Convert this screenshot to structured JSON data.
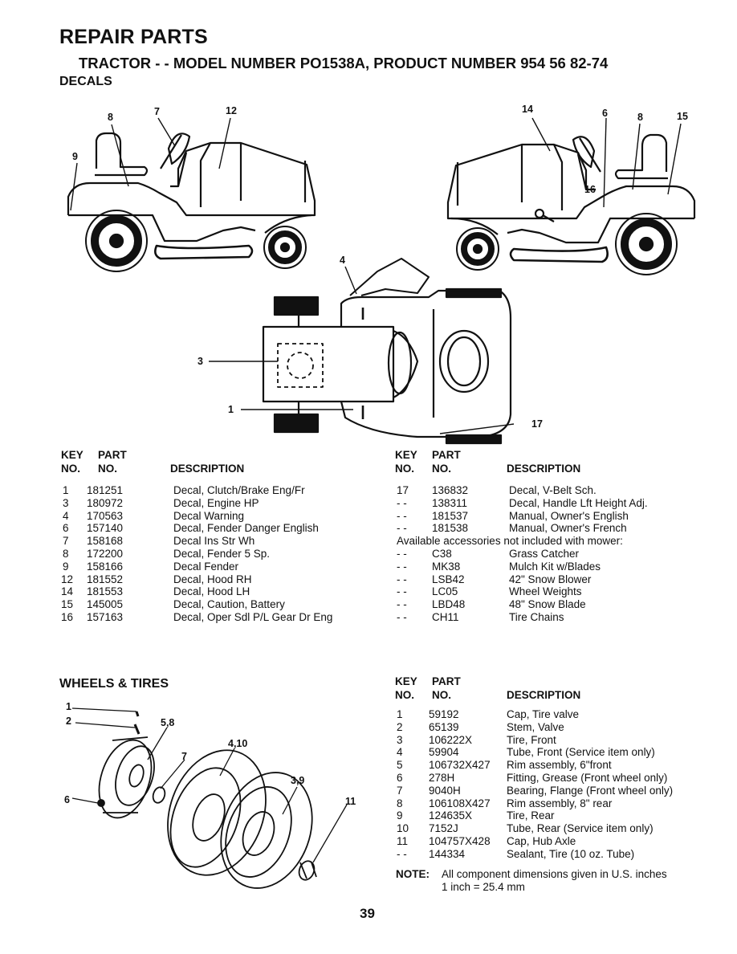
{
  "header": {
    "title": "REPAIR PARTS",
    "subtitle": "TRACTOR - - MODEL NUMBER PO1538A, PRODUCT NUMBER 954 56 82-74",
    "section_decals": "DECALS",
    "section_wheels": "WHEELS & TIRES"
  },
  "columns": {
    "key": "KEY",
    "key2": "NO.",
    "part": "PART",
    "part2": "NO.",
    "desc": "DESCRIPTION"
  },
  "decals_left": [
    {
      "key": "1",
      "part": "181251",
      "desc": "Decal, Clutch/Brake Eng/Fr"
    },
    {
      "key": "3",
      "part": "180972",
      "desc": "Decal, Engine HP"
    },
    {
      "key": "4",
      "part": "170563",
      "desc": "Decal Warning"
    },
    {
      "key": "6",
      "part": "157140",
      "desc": "Decal, Fender Danger English"
    },
    {
      "key": "7",
      "part": "158168",
      "desc": "Decal Ins Str Wh"
    },
    {
      "key": "8",
      "part": "172200",
      "desc": "Decal, Fender 5 Sp."
    },
    {
      "key": "9",
      "part": "158166",
      "desc": "Decal Fender"
    },
    {
      "key": "12",
      "part": "181552",
      "desc": "Decal, Hood RH"
    },
    {
      "key": "14",
      "part": "181553",
      "desc": "Decal, Hood LH"
    },
    {
      "key": "15",
      "part": "145005",
      "desc": "Decal, Caution, Battery"
    },
    {
      "key": "16",
      "part": "157163",
      "desc": "Decal, Oper Sdl P/L Gear Dr Eng"
    }
  ],
  "decals_right": [
    {
      "key": "17",
      "part": "136832",
      "desc": "Decal, V-Belt Sch."
    },
    {
      "key": "- -",
      "part": "138311",
      "desc": "Decal, Handle Lft Height Adj."
    },
    {
      "key": "- -",
      "part": "181537",
      "desc": "Manual, Owner's English"
    },
    {
      "key": "- -",
      "part": "181538",
      "desc": "Manual, Owner's French"
    }
  ],
  "accessories_note": "Available accessories not included with mower:",
  "accessories": [
    {
      "key": "- -",
      "part": "C38",
      "desc": "Grass Catcher"
    },
    {
      "key": "- -",
      "part": "MK38",
      "desc": "Mulch Kit w/Blades"
    },
    {
      "key": "- -",
      "part": "LSB42",
      "desc": "42\" Snow Blower"
    },
    {
      "key": "- -",
      "part": "LC05",
      "desc": "Wheel Weights"
    },
    {
      "key": "- -",
      "part": "LBD48",
      "desc": "48\" Snow Blade"
    },
    {
      "key": "- -",
      "part": "CH11",
      "desc": "Tire Chains"
    }
  ],
  "wheels": [
    {
      "key": "1",
      "part": "59192",
      "desc": "Cap, Tire valve"
    },
    {
      "key": "2",
      "part": "65139",
      "desc": "Stem, Valve"
    },
    {
      "key": "3",
      "part": "106222X",
      "desc": "Tire, Front"
    },
    {
      "key": "4",
      "part": "59904",
      "desc": "Tube, Front (Service item only)"
    },
    {
      "key": "5",
      "part": "106732X427",
      "desc": "Rim assembly, 6\"front"
    },
    {
      "key": "6",
      "part": "278H",
      "desc": "Fitting, Grease (Front wheel only)"
    },
    {
      "key": "7",
      "part": "9040H",
      "desc": "Bearing, Flange (Front wheel only)"
    },
    {
      "key": "8",
      "part": "106108X427",
      "desc": "Rim assembly, 8\" rear"
    },
    {
      "key": "9",
      "part": "124635X",
      "desc": "Tire, Rear"
    },
    {
      "key": "10",
      "part": "7152J",
      "desc": "Tube, Rear (Service item only)"
    },
    {
      "key": "11",
      "part": "104757X428",
      "desc": "Cap, Hub Axle"
    },
    {
      "key": "- -",
      "part": "144334",
      "desc": "Sealant, Tire (10 oz. Tube)"
    }
  ],
  "note": {
    "label": "NOTE:",
    "line1": "All component dimensions given in U.S. inches",
    "line2": "1 inch = 25.4 mm"
  },
  "callouts": {
    "c1": "1",
    "c3": "3",
    "c4": "4",
    "c6": "6",
    "c7": "7",
    "c8": "8",
    "c9": "9",
    "c12": "12",
    "c14": "14",
    "c15": "15",
    "c16": "16",
    "c17": "17",
    "w1": "1",
    "w2": "2",
    "w58": "5,8",
    "w7": "7",
    "w410": "4,10",
    "w39": "3,9",
    "w11": "11",
    "w6": "6"
  },
  "page_number": "39"
}
